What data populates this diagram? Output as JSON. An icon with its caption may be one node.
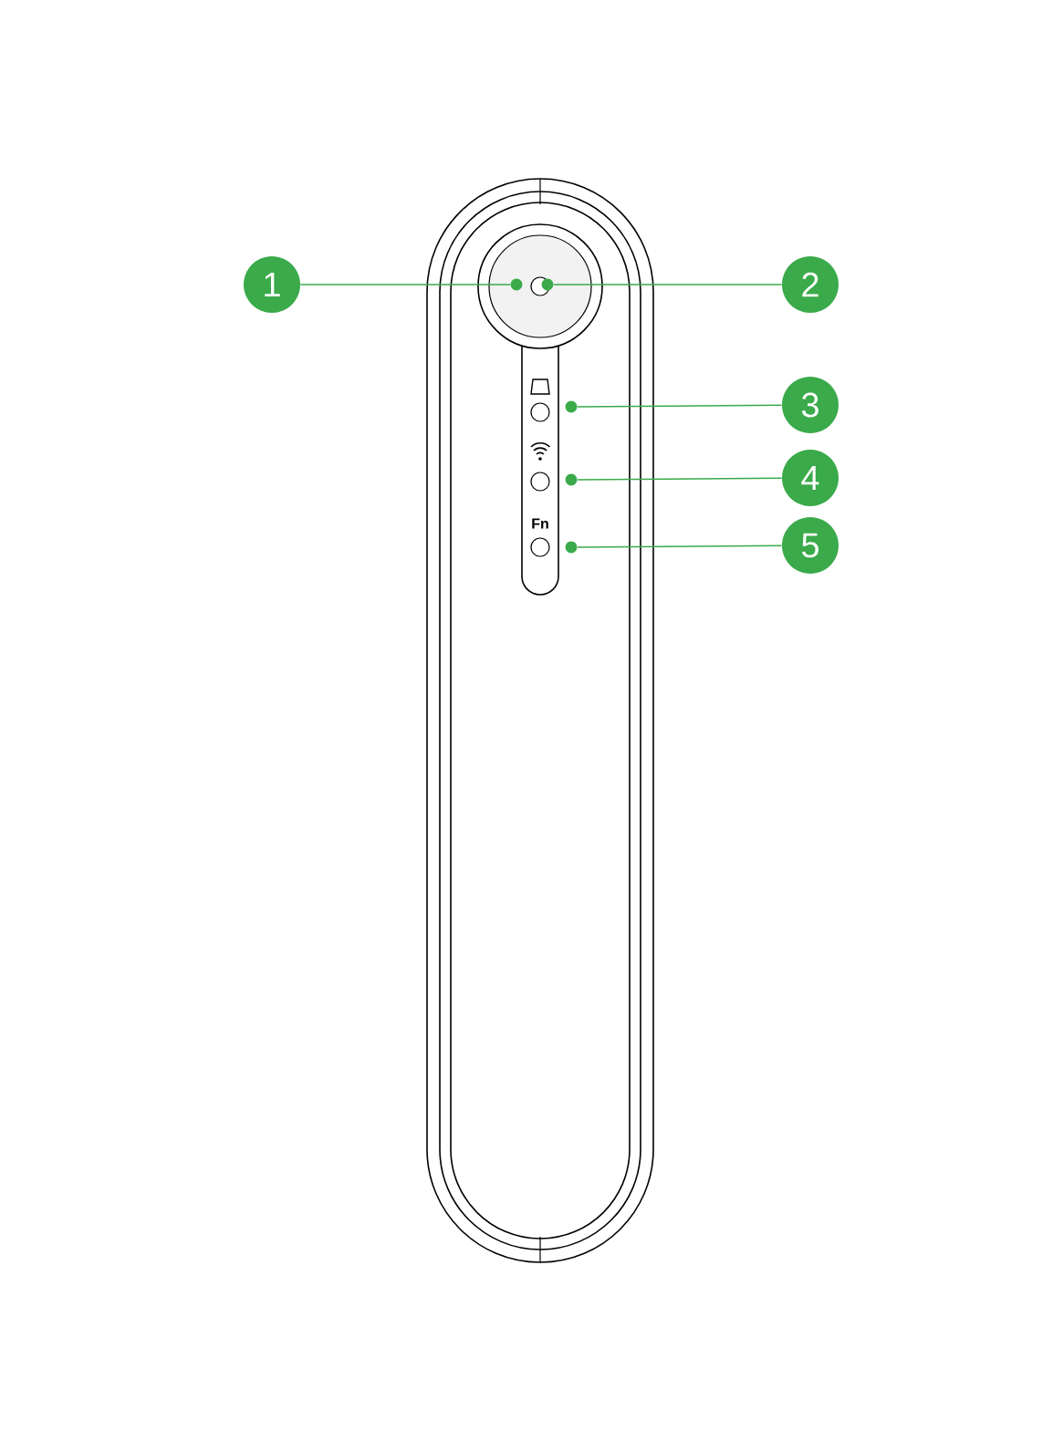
{
  "diagram": {
    "nodes": [
      {
        "text": [
          "1"
        ]
      },
      {
        "text": [
          "2"
        ]
      },
      {
        "text": [
          "3"
        ]
      },
      {
        "text": [
          "4"
        ]
      },
      {
        "text": [
          "5"
        ]
      },
      {
        "text": [],
        "shape": "circle"
      },
      {
        "text": [],
        "shape": "circle"
      },
      {
        "text": [],
        "shape": "circle"
      },
      {
        "text": [],
        "shape": "circle"
      },
      {
        "text": [],
        "shape": "circle"
      }
    ],
    "edges": [
      {
        "from": 0,
        "to": 5,
        "arrow": "none"
      },
      {
        "from": 1,
        "to": 6,
        "arrow": "none"
      },
      {
        "from": 2,
        "to": 7,
        "arrow": "none"
      },
      {
        "from": 3,
        "to": 8,
        "arrow": "none"
      },
      {
        "from": 4,
        "to": 9,
        "arrow": "none"
      }
    ],
    "labels": [
      "Fn"
    ]
  }
}
